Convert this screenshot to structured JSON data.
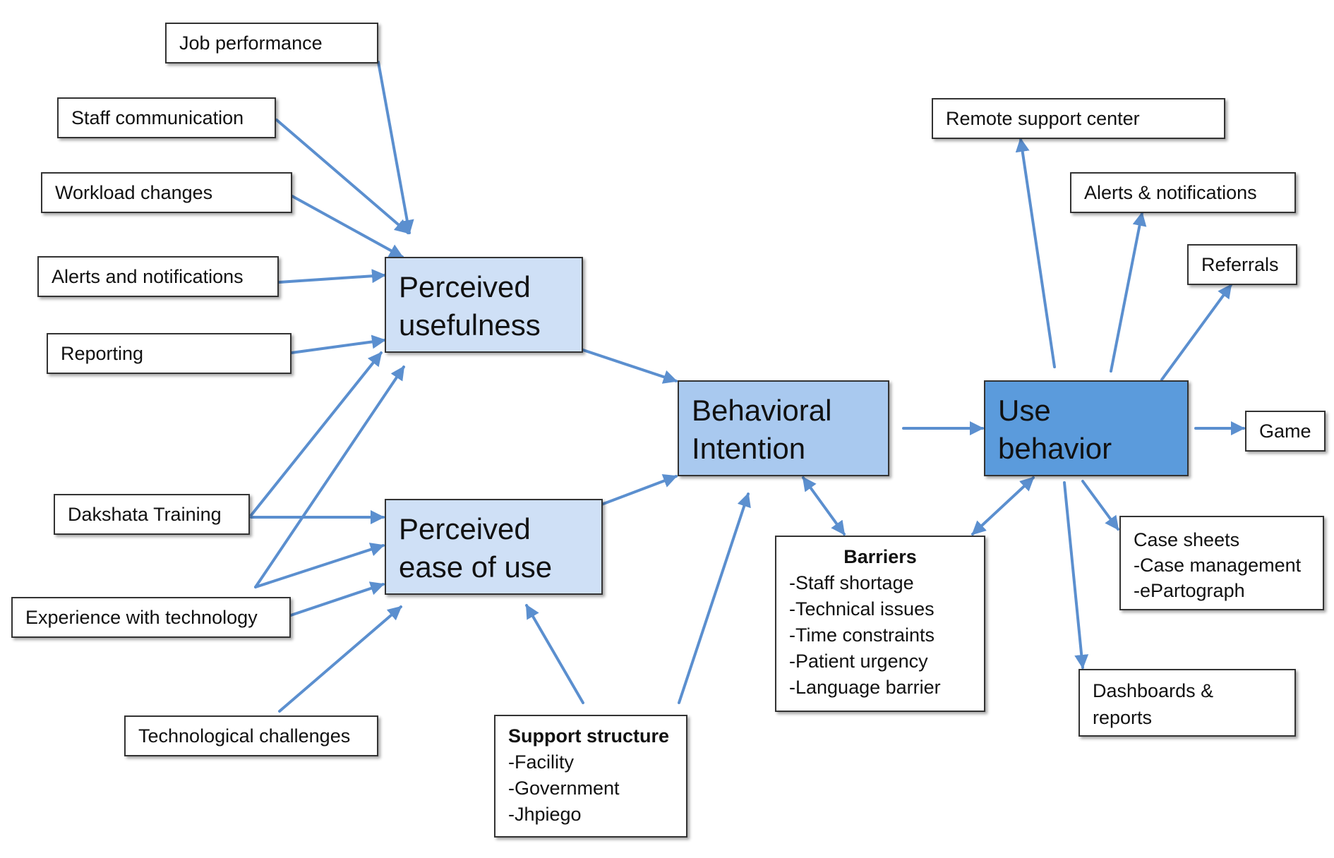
{
  "diagram": {
    "arrow_color": "#5b8fcf",
    "nodes": {
      "job_performance": "Job performance",
      "staff_communication": "Staff communication",
      "workload_changes": "Workload changes",
      "alerts_and_notifications": "Alerts and notifications",
      "reporting": "Reporting",
      "dakshata_training": "Dakshata Training",
      "experience_with_technology": "Experience with technology",
      "technological_challenges": "Technological challenges",
      "perceived_usefulness": [
        "Perceived",
        "usefulness"
      ],
      "perceived_ease_of_use": [
        "Perceived",
        "ease of use"
      ],
      "behavioral_intention": [
        "Behavioral",
        "Intention"
      ],
      "use_behavior": [
        "Use",
        "behavior"
      ],
      "support_structure": {
        "title": "Support structure",
        "items": [
          "-Facility",
          "-Government",
          "-Jhpiego"
        ]
      },
      "barriers": {
        "title": "Barriers",
        "items": [
          "-Staff shortage",
          "-Technical issues",
          "-Time constraints",
          "-Patient urgency",
          "-Language barrier"
        ]
      },
      "remote_support_center": "Remote support center",
      "alerts_notifications": "Alerts & notifications",
      "referrals": "Referrals",
      "game": "Game",
      "case_sheets": [
        "Case sheets",
        "-Case management",
        "-ePartograph"
      ],
      "dashboards_reports": [
        "Dashboards &",
        "reports"
      ]
    },
    "colors": {
      "perceived_boxes": "#cfe0f6",
      "behavioral_intention": "#a9c9ef",
      "use_behavior": "#5b9bdc"
    }
  }
}
